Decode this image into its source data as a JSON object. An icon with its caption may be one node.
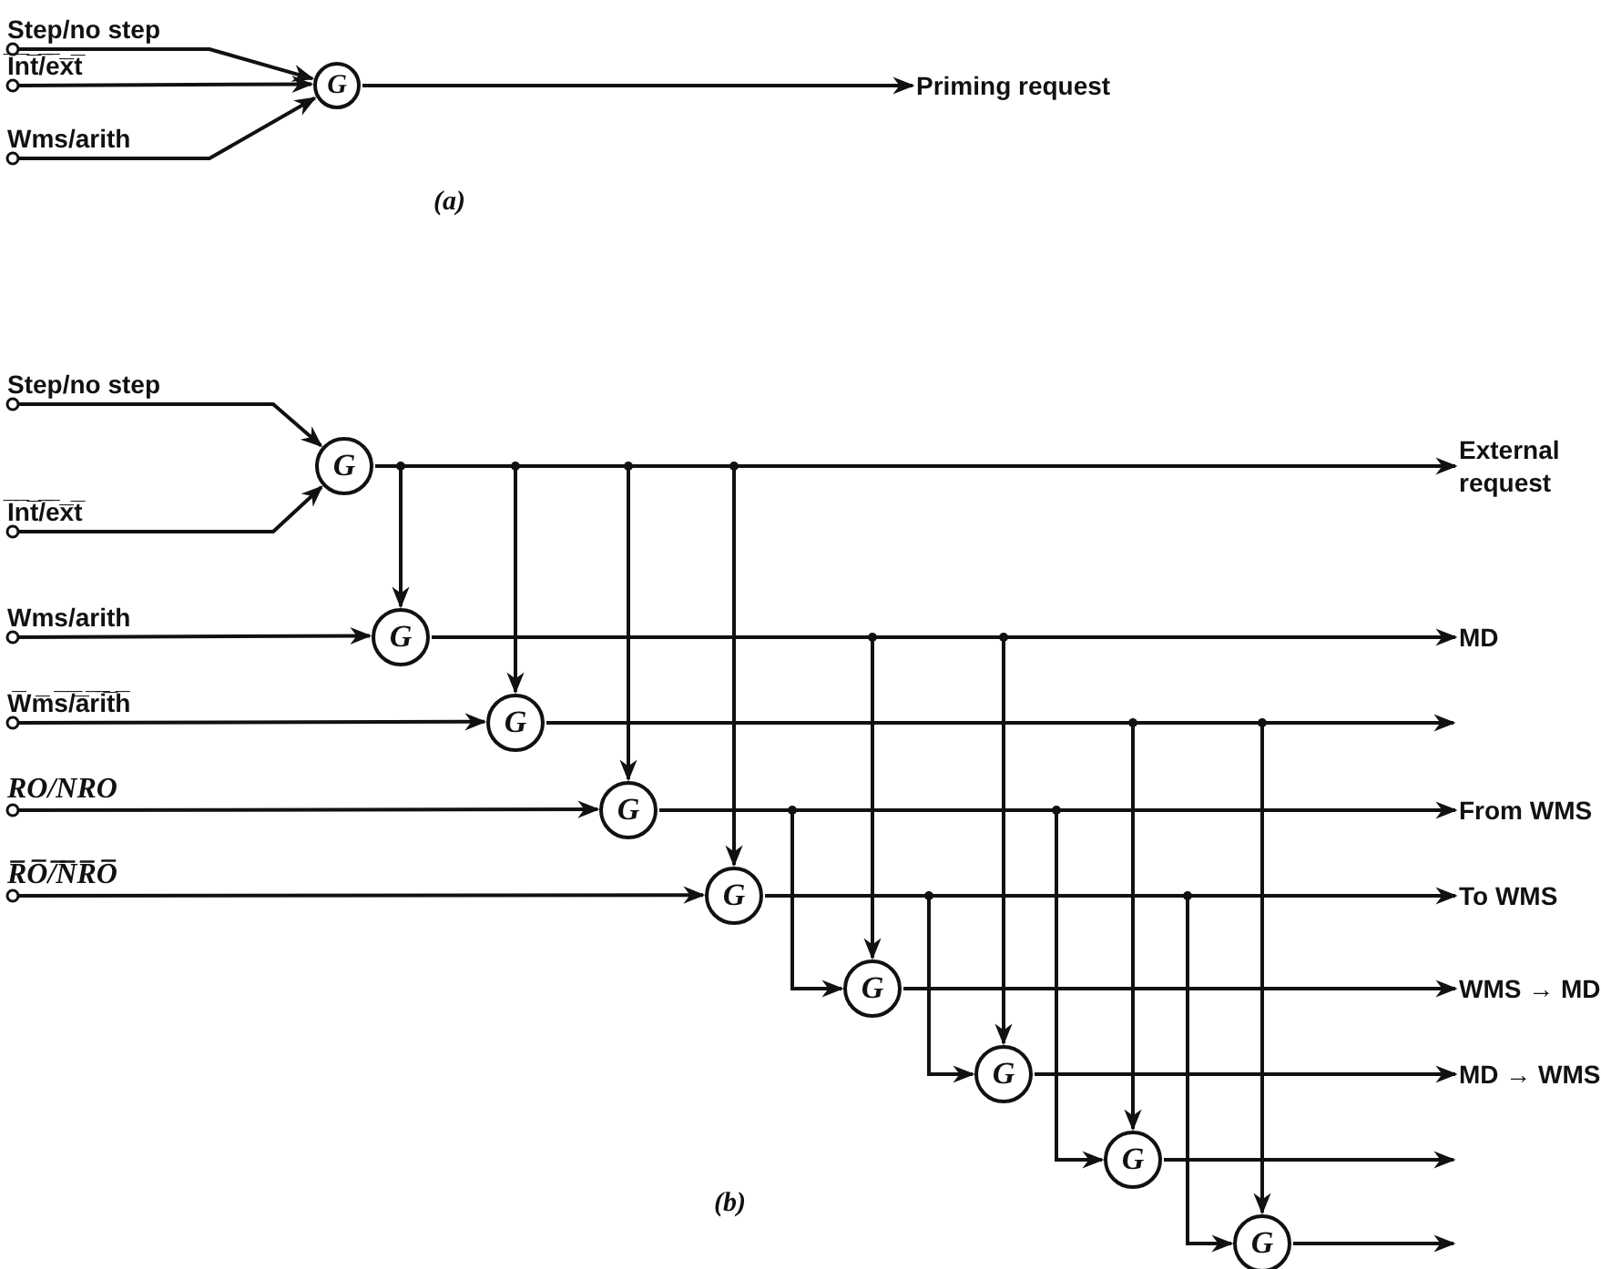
{
  "diagram": {
    "nodes": [
      {
        "text": [
          "Step/no step"
        ]
      },
      {
        "text": [
          "I̅n̅t̅/̅e̅x̅t̅"
        ]
      },
      {
        "text": [
          "Wms/arith"
        ]
      },
      {
        "text": [
          "G"
        ]
      },
      {
        "text": [
          "Priming request"
        ]
      },
      {
        "text": [
          "Step/no step"
        ]
      },
      {
        "text": [
          "I̅n̅t̅/̅e̅x̅t̅"
        ]
      },
      {
        "text": [
          "G"
        ]
      },
      {
        "text": [
          "External request"
        ]
      },
      {
        "text": [
          "Wms/arith"
        ]
      },
      {
        "text": [
          "G"
        ]
      },
      {
        "text": [
          "MD"
        ]
      },
      {
        "text": [
          "W̅m̅s̅/̅a̅r̅i̅t̅h̅"
        ]
      },
      {
        "text": [
          "G"
        ]
      },
      {
        "text": [
          "RO/NRO"
        ]
      },
      {
        "text": [
          "G"
        ]
      },
      {
        "text": [
          "From WMS"
        ]
      },
      {
        "text": [
          "R̅O̅/̅N̅R̅O̅"
        ]
      },
      {
        "text": [
          "G"
        ]
      },
      {
        "text": [
          "To WMS"
        ]
      },
      {
        "text": [
          "G"
        ]
      },
      {
        "text": [
          "WMS → MD"
        ]
      },
      {
        "text": [
          "G"
        ]
      },
      {
        "text": [
          "MD → WMS"
        ]
      },
      {
        "text": [
          "G"
        ]
      },
      {
        "text": [
          "G"
        ]
      }
    ],
    "edges": [
      {
        "from": 0,
        "to": 3,
        "arrow": "to"
      },
      {
        "from": 1,
        "to": 3,
        "arrow": "to"
      },
      {
        "from": 2,
        "to": 3,
        "arrow": "to"
      },
      {
        "from": 3,
        "to": 4,
        "arrow": "to"
      },
      {
        "from": 5,
        "to": 7,
        "arrow": "to"
      },
      {
        "from": 6,
        "to": 7,
        "arrow": "to"
      },
      {
        "from": 7,
        "to": 8,
        "arrow": "to"
      },
      {
        "from": 7,
        "to": 10,
        "arrow": "to"
      },
      {
        "from": 7,
        "to": 13,
        "arrow": "to"
      },
      {
        "from": 7,
        "to": 15,
        "arrow": "to"
      },
      {
        "from": 7,
        "to": 18,
        "arrow": "to"
      },
      {
        "from": 9,
        "to": 10,
        "arrow": "to"
      },
      {
        "from": 10,
        "to": 11,
        "arrow": "to"
      },
      {
        "from": 10,
        "to": 20,
        "arrow": "to"
      },
      {
        "from": 10,
        "to": 22,
        "arrow": "to"
      },
      {
        "from": 12,
        "to": 13,
        "arrow": "to"
      },
      {
        "from": 13,
        "to": null,
        "arrow": "to"
      },
      {
        "from": 13,
        "to": 24,
        "arrow": "to"
      },
      {
        "from": 13,
        "to": 25,
        "arrow": "to"
      },
      {
        "from": 14,
        "to": 15,
        "arrow": "to"
      },
      {
        "from": 15,
        "to": 16,
        "arrow": "to"
      },
      {
        "from": 15,
        "to": 20,
        "arrow": "to"
      },
      {
        "from": 15,
        "to": 24,
        "arrow": "to"
      },
      {
        "from": 17,
        "to": 18,
        "arrow": "to"
      },
      {
        "from": 18,
        "to": 19,
        "arrow": "to"
      },
      {
        "from": 18,
        "to": 22,
        "arrow": "to"
      },
      {
        "from": 18,
        "to": 25,
        "arrow": "to"
      },
      {
        "from": 20,
        "to": 21,
        "arrow": "to"
      },
      {
        "from": 22,
        "to": 23,
        "arrow": "to"
      },
      {
        "from": 24,
        "to": null,
        "arrow": "to"
      },
      {
        "from": 25,
        "to": null,
        "arrow": "to"
      }
    ],
    "labels": [
      "(a)",
      "(b)"
    ]
  }
}
